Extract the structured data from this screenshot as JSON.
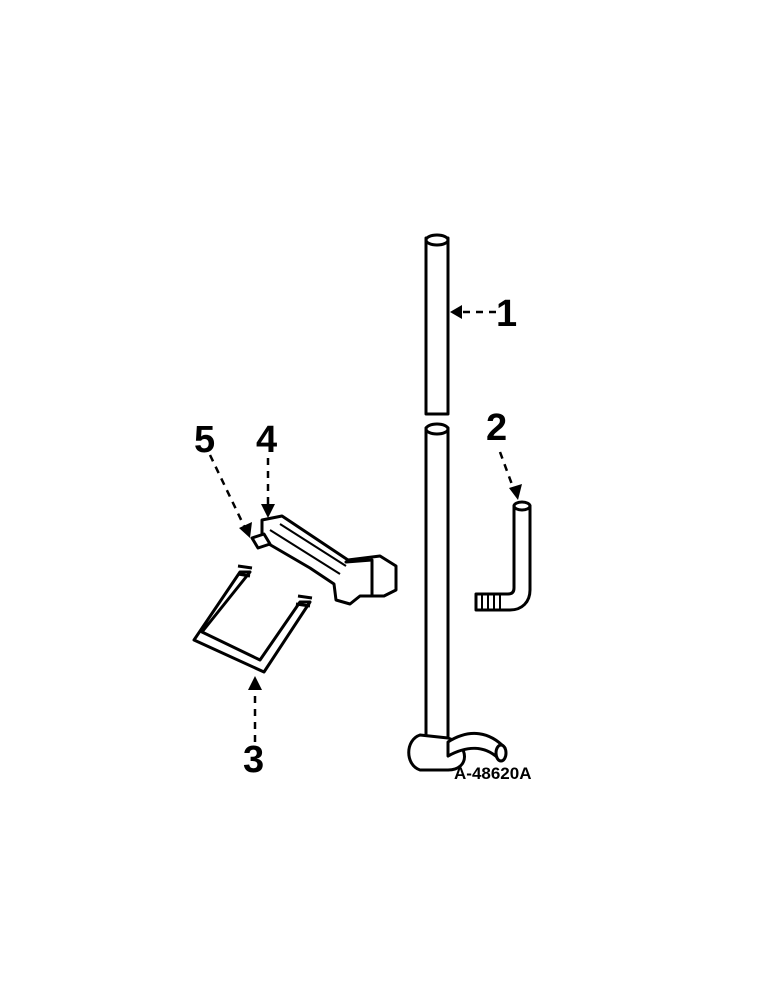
{
  "callouts": [
    {
      "id": "1",
      "label": "1"
    },
    {
      "id": "2",
      "label": "2"
    },
    {
      "id": "3",
      "label": "3"
    },
    {
      "id": "4",
      "label": "4"
    },
    {
      "id": "5",
      "label": "5"
    }
  ],
  "figure_id": "A-48620A",
  "colors": {
    "ink": "#000000",
    "paper": "#ffffff"
  }
}
